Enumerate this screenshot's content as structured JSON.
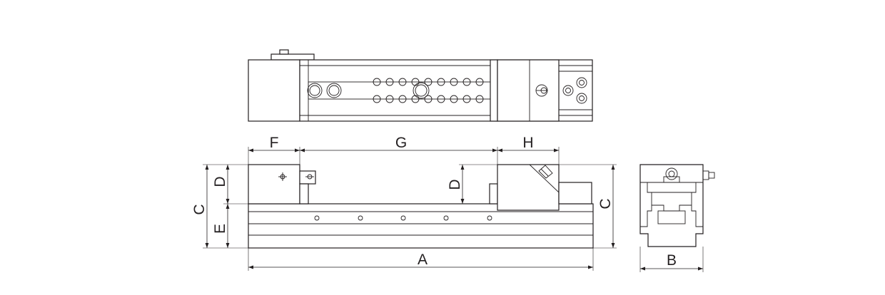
{
  "labels": {
    "A": "A",
    "B": "B",
    "C": "C",
    "D": "D",
    "E": "E",
    "F": "F",
    "G": "G",
    "H": "H"
  },
  "colors": {
    "line": "#231f20",
    "background": "#ffffff"
  }
}
